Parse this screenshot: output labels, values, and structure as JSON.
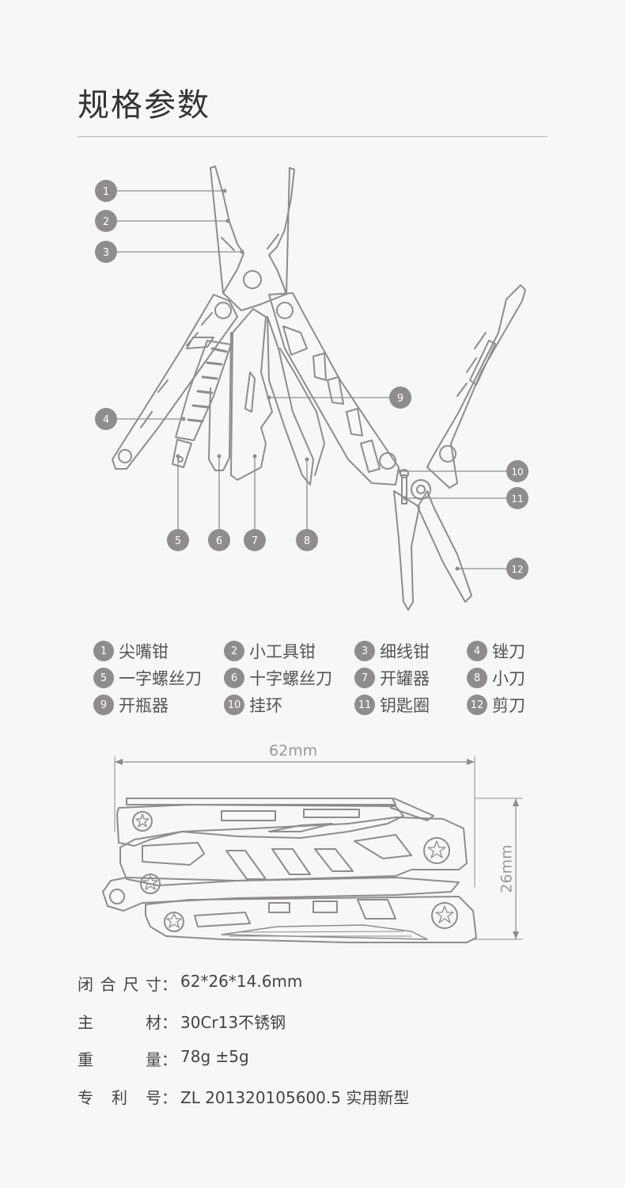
{
  "title": "规格参数",
  "callouts": [
    "1",
    "2",
    "3",
    "4",
    "5",
    "6",
    "7",
    "8",
    "9",
    "10",
    "11",
    "12"
  ],
  "parts": [
    {
      "num": "1",
      "name": "尖嘴钳"
    },
    {
      "num": "2",
      "name": "小工具钳"
    },
    {
      "num": "3",
      "name": "细线钳"
    },
    {
      "num": "4",
      "name": "锉刀"
    },
    {
      "num": "5",
      "name": "一字螺丝刀"
    },
    {
      "num": "6",
      "name": "十字螺丝刀"
    },
    {
      "num": "7",
      "name": "开罐器"
    },
    {
      "num": "8",
      "name": "小刀"
    },
    {
      "num": "9",
      "name": "开瓶器"
    },
    {
      "num": "10",
      "name": "挂环"
    },
    {
      "num": "11",
      "name": "钥匙圈"
    },
    {
      "num": "12",
      "name": "剪刀"
    }
  ],
  "dimensions": {
    "width_label": "62mm",
    "height_label": "26mm"
  },
  "specs": [
    {
      "key": "闭合尺寸",
      "value": "62*26*14.6mm"
    },
    {
      "key": "主材",
      "value": "30Cr13不锈钢"
    },
    {
      "key": "重量",
      "value": "78g ±5g"
    },
    {
      "key": "专利号",
      "value": "ZL 201320105600.5  实用新型"
    }
  ],
  "colors": {
    "line": "#8e8c8d",
    "badge": "#8e8c8d",
    "text": "#555555"
  }
}
